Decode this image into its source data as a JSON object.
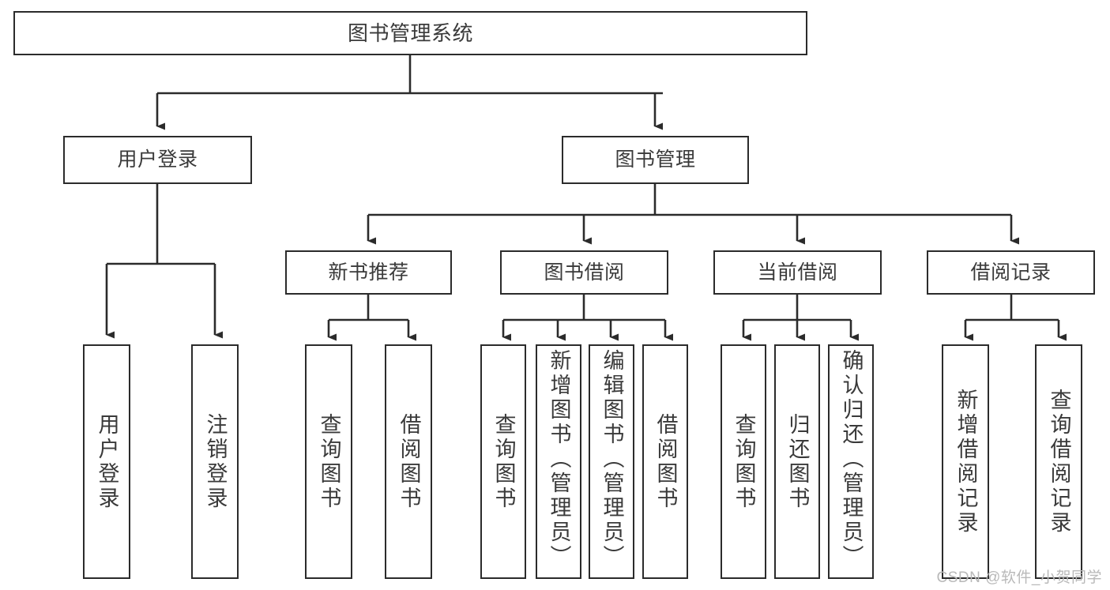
{
  "diagram": {
    "type": "tree",
    "title": "图书管理系统",
    "background_color": "#ffffff",
    "line_color": "#2b2b2b",
    "text_color": "#3a3a3a",
    "root": {
      "id": "root",
      "label": "图书管理系统"
    },
    "level1": [
      {
        "id": "user-login",
        "label": "用户登录"
      },
      {
        "id": "book-manage",
        "label": "图书管理"
      }
    ],
    "level2": [
      {
        "id": "new-book-recommend",
        "label": "新书推荐",
        "parent": "book-manage"
      },
      {
        "id": "book-borrow",
        "label": "图书借阅",
        "parent": "book-manage"
      },
      {
        "id": "current-borrow",
        "label": "当前借阅",
        "parent": "book-manage"
      },
      {
        "id": "borrow-record",
        "label": "借阅记录",
        "parent": "book-manage"
      }
    ],
    "leaves": [
      {
        "id": "leaf-user-login",
        "label": "用户登录",
        "parent": "user-login"
      },
      {
        "id": "leaf-user-logout",
        "label": "注销登录",
        "parent": "user-login"
      },
      {
        "id": "leaf-query-book-1",
        "label": "查询图书",
        "parent": "new-book-recommend"
      },
      {
        "id": "leaf-borrow-book-1",
        "label": "借阅图书",
        "parent": "new-book-recommend"
      },
      {
        "id": "leaf-query-book-2",
        "label": "查询图书",
        "parent": "book-borrow"
      },
      {
        "id": "leaf-add-book",
        "label": "新增图书（管理员）",
        "parent": "book-borrow"
      },
      {
        "id": "leaf-edit-book",
        "label": "编辑图书（管理员）",
        "parent": "book-borrow"
      },
      {
        "id": "leaf-borrow-book-2",
        "label": "借阅图书",
        "parent": "book-borrow"
      },
      {
        "id": "leaf-query-book-3",
        "label": "查询图书",
        "parent": "current-borrow"
      },
      {
        "id": "leaf-return-book",
        "label": "归还图书",
        "parent": "current-borrow"
      },
      {
        "id": "leaf-confirm-return",
        "label": "确认归还（管理员）",
        "parent": "current-borrow"
      },
      {
        "id": "leaf-add-record",
        "label": "新增借阅记录",
        "parent": "borrow-record"
      },
      {
        "id": "leaf-query-record",
        "label": "查询借阅记录",
        "parent": "borrow-record"
      }
    ]
  },
  "watermark": {
    "text": "CSDN @软件_小贺同学"
  }
}
